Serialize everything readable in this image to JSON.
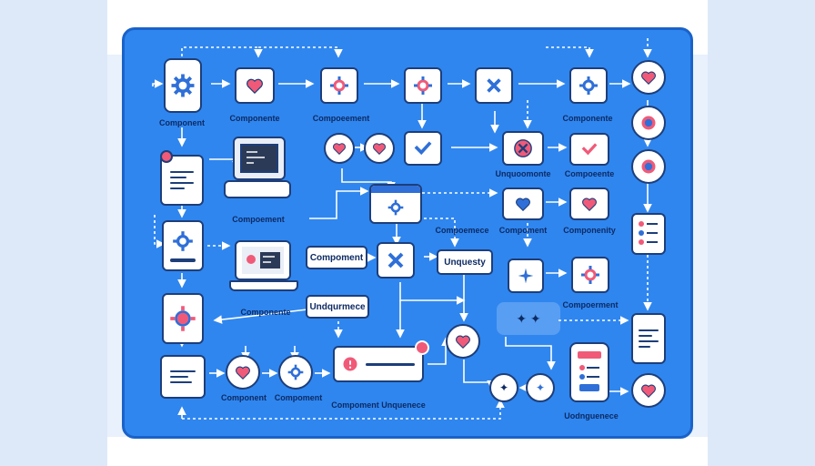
{
  "labels": {
    "l1": "Component",
    "l2": "Componente",
    "l3": "Compoeement",
    "l4": "Componente",
    "l5": "Unquoomonte",
    "l6": "Compoeente",
    "l7": "Compoement",
    "l8": "Compoemece",
    "l9": "Compoment",
    "l10": "Componenity",
    "l11": "Compoerment",
    "l12": "Componente",
    "l13": "Component",
    "l14": "Compoment",
    "l15": "Compoment Unquenece",
    "l16": "Uodnguenece"
  },
  "textboxes": {
    "component": "Compoment",
    "unquesty": "Unquesty",
    "undqurmece": "Undqurmece"
  },
  "colors": {
    "board": "#2f86ef",
    "outline": "#1d3e7a",
    "accent_pink": "#f05a78",
    "accent_blue": "#2f6fd8"
  },
  "icons": [
    "gear-icon",
    "heart-icon",
    "cross-icon",
    "check-icon",
    "document-icon",
    "computer-icon",
    "laptop-icon",
    "sparkle-icon",
    "list-icon",
    "phone-icon"
  ]
}
